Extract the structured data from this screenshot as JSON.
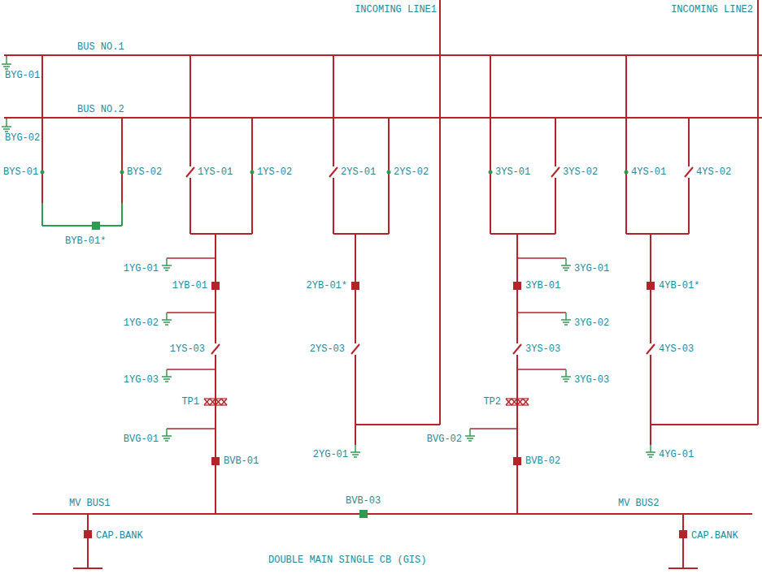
{
  "diagram": {
    "caption": "DOUBLE MAIN SINGLE CB (GIS)",
    "labels": [
      "INCOMING LINE1",
      "INCOMING LINE2",
      "BUS NO.1",
      "BUS NO.2",
      "BYG-01",
      "BYG-02",
      "BYS-01",
      "BYS-02",
      "BYB-01*",
      "1YS-01",
      "1YS-02",
      "2YS-01",
      "2YS-02",
      "3YS-01",
      "3YS-02",
      "4YS-01",
      "4YS-02",
      "1YG-01",
      "1YB-01",
      "1YG-02",
      "1YS-03",
      "1YG-03",
      "TP1",
      "BVG-01",
      "BVB-01",
      "2YB-01*",
      "2YS-03",
      "2YG-01",
      "3YG-01",
      "3YB-01",
      "3YG-02",
      "3YS-03",
      "3YG-03",
      "TP2",
      "BVG-02",
      "BVB-02",
      "4YB-01*",
      "4YS-03",
      "4YG-01",
      "MV BUS1",
      "BVB-03",
      "MV BUS2",
      "CAP.BANK",
      "CAP.BANK"
    ]
  }
}
